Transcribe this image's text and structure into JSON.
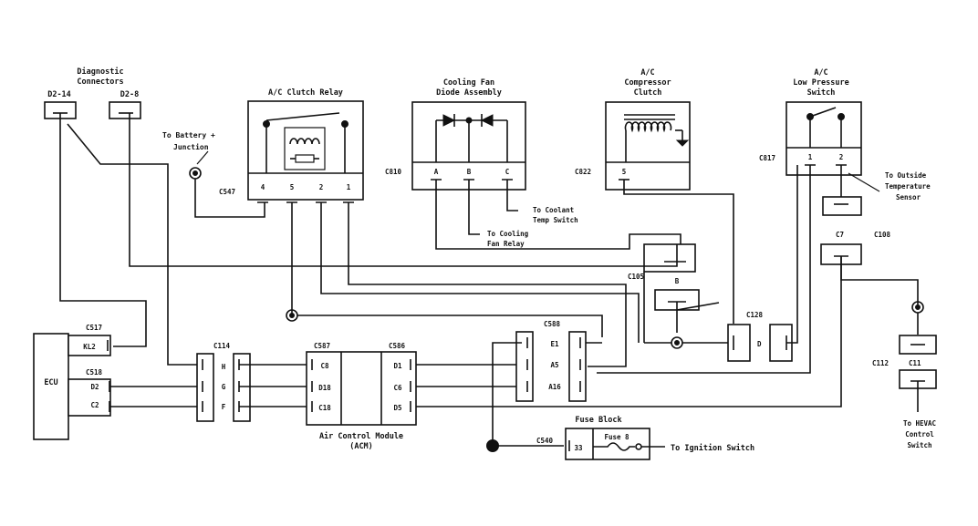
{
  "diagnostic": {
    "title1": "Diagnostic",
    "title2": "Connectors",
    "pin_a": "D2-14",
    "pin_b": "D2-8"
  },
  "clutch_relay": {
    "title": "A/C Clutch Relay",
    "connector": "C547",
    "pins": [
      "4",
      "5",
      "2",
      "1"
    ]
  },
  "battery": {
    "line1": "To Battery +",
    "line2": "Junction"
  },
  "fan_diode": {
    "title1": "Cooling Fan",
    "title2": "Diode Assembly",
    "connector": "C810",
    "pins": [
      "A",
      "B",
      "C"
    ]
  },
  "coolant_switch": {
    "line1": "To Coolant",
    "line2": "Temp Switch"
  },
  "fan_relay": {
    "line1": "To Cooling",
    "line2": "Fan Relay"
  },
  "compressor": {
    "title1": "A/C",
    "title2": "Compressor",
    "title3": "Clutch",
    "connector": "C822",
    "pin": "5"
  },
  "low_pressure": {
    "title1": "A/C",
    "title2": "Low Pressure",
    "title3": "Switch",
    "connector": "C817",
    "pins": [
      "1",
      "2"
    ]
  },
  "outside_temp": {
    "line1": "To Outside",
    "line2": "Temperature",
    "line3": "Sensor"
  },
  "connectors": {
    "c7": "C7",
    "c108": "C108",
    "c105": "C105",
    "c105_pin": "B",
    "c128": "C128",
    "c128_pin": "D",
    "c517": "C517",
    "c518": "C518",
    "c114": "C114",
    "c587": "C587",
    "c586": "C586",
    "c588": "C588",
    "c112": "C112",
    "c11": "C11",
    "c540": "C540"
  },
  "ecu": {
    "label": "ECU",
    "c517_pin": "KL2",
    "c518_pins": [
      "D2",
      "C2"
    ]
  },
  "c114_pins": [
    "H",
    "G",
    "F"
  ],
  "acm": {
    "left_pins": [
      "C8",
      "D18",
      "C18"
    ],
    "right_pins": [
      "D1",
      "C6",
      "D5"
    ],
    "label1": "Air Control Module",
    "label2": "(ACM)"
  },
  "c588_pins": [
    "E1",
    "A5",
    "A16"
  ],
  "fuse_block": {
    "title": "Fuse Block",
    "pin": "33",
    "fuse": "Fuse 8"
  },
  "ignition": {
    "label": "To Ignition Switch"
  },
  "hevac": {
    "line1": "To HEVAC",
    "line2": "Control",
    "line3": "Switch"
  }
}
